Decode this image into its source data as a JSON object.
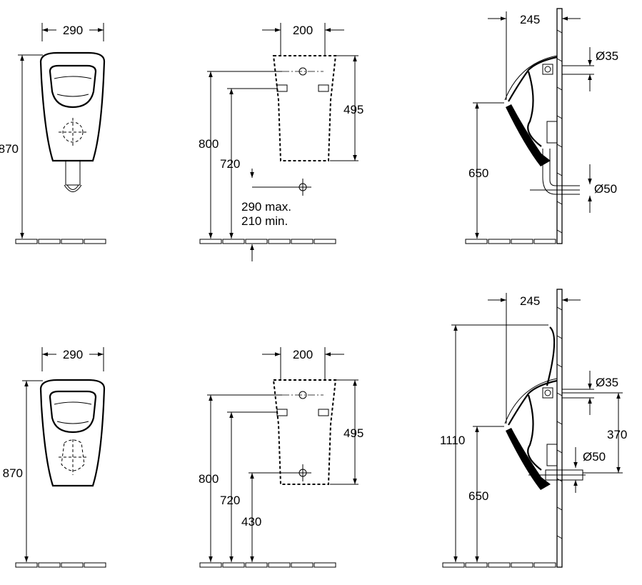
{
  "row1": {
    "front": {
      "width": "290",
      "height": "870"
    },
    "mount": {
      "width": "200",
      "height1": "800",
      "height2": "720",
      "depth": "495",
      "range_max": "290 max.",
      "range_min": "210 min."
    },
    "side": {
      "depth": "245",
      "inlet_dia": "Ø35",
      "outlet_dia": "Ø50",
      "rim_height": "650"
    }
  },
  "row2": {
    "front": {
      "width": "290",
      "height": "870"
    },
    "mount": {
      "width": "200",
      "height1": "800",
      "height2": "720",
      "depth": "495",
      "outlet_height": "430"
    },
    "side": {
      "depth": "245",
      "inlet_dia": "Ø35",
      "outlet_dia": "Ø50",
      "total_height": "1110",
      "rim_height": "650",
      "inlet_to_outlet": "370"
    }
  }
}
